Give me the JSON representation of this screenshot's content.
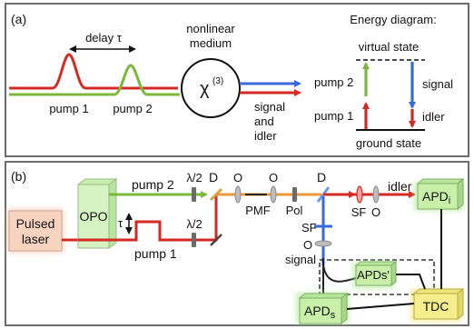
{
  "panel_a": {
    "label": "(a)",
    "delay_label": "delay τ",
    "medium_label_line1": "nonlinear",
    "medium_label_line2": "medium",
    "chi_symbol": "χ",
    "chi_power": "(3)",
    "pump1_label": "pump 1",
    "pump2_label": "pump 2",
    "output_label_line1": "signal",
    "output_label_line2": "and",
    "output_label_line3": "idler",
    "energy": {
      "title": "Energy diagram:",
      "virtual_state": "virtual state",
      "ground_state": "ground state",
      "pump1": "pump 1",
      "pump2": "pump 2",
      "signal": "signal",
      "idler": "idler"
    }
  },
  "panel_b": {
    "label": "(b)",
    "pulsed_laser_line1": "Pulsed",
    "pulsed_laser_line2": "laser",
    "opo": "OPO",
    "pump2": "pump 2",
    "pump1": "pump 1",
    "tau": "τ",
    "half_wave_top": "λ/2",
    "half_wave_bottom": "λ/2",
    "lens_o": "O",
    "dichroic": "D",
    "pmf": "PMF",
    "pol": "Pol",
    "sf": "SF",
    "idler": "idler",
    "signal": "signal",
    "apd_i_main": "APD",
    "apd_i_sub": "i",
    "apd_s_main": "APD",
    "apd_s_sub": "s",
    "apd_s_prime": "APDs'",
    "tdc": "TDC"
  },
  "colors": {
    "pump1": "#d42a23",
    "pump2": "#7cb83a",
    "signal": "#3a6ad8",
    "idler": "#d42a23",
    "orange_beam": "#e89a3a",
    "apd_fill": "#c8f0a8",
    "tdc_fill": "#f6ee8c",
    "laser_fill": "#f8d4c0",
    "opo_fill": "#d6f3c2"
  }
}
